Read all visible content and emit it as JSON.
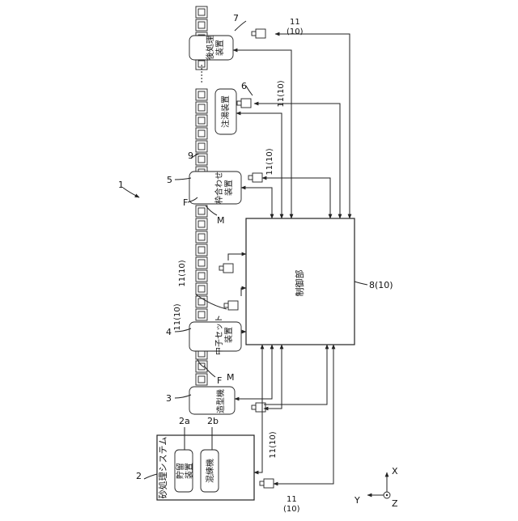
{
  "diagram": {
    "figure_ref": "1",
    "sand_system": {
      "label": "砂処理システム",
      "ref": "2"
    },
    "storage": {
      "label_line1": "貯留",
      "label_line2": "装置",
      "ref": "2a"
    },
    "kneader": {
      "label": "混練機",
      "ref": "2b"
    },
    "molding": {
      "label": "造型機",
      "ref": "3"
    },
    "core_set": {
      "label_line1": "中子セット",
      "label_line2": "装置",
      "ref": "4"
    },
    "mating": {
      "label_line1": "枠合わせ",
      "label_line2": "装置",
      "ref": "5"
    },
    "pouring": {
      "label": "注湯装置",
      "ref": "6"
    },
    "post": {
      "label_line1": "後処理",
      "label_line2": "装置",
      "ref": "7"
    },
    "controller": {
      "label": "制御部",
      "ref": "8(10)"
    },
    "line_ref": "9",
    "mold_ref": "M",
    "flask_ref": "F",
    "camera_ref": "11(10)",
    "camera_ref_top_line1": "11",
    "camera_ref_top_line2": "(10)",
    "ellipsis": "……",
    "axis_x": "X",
    "axis_y": "Y",
    "axis_z": "Z"
  }
}
